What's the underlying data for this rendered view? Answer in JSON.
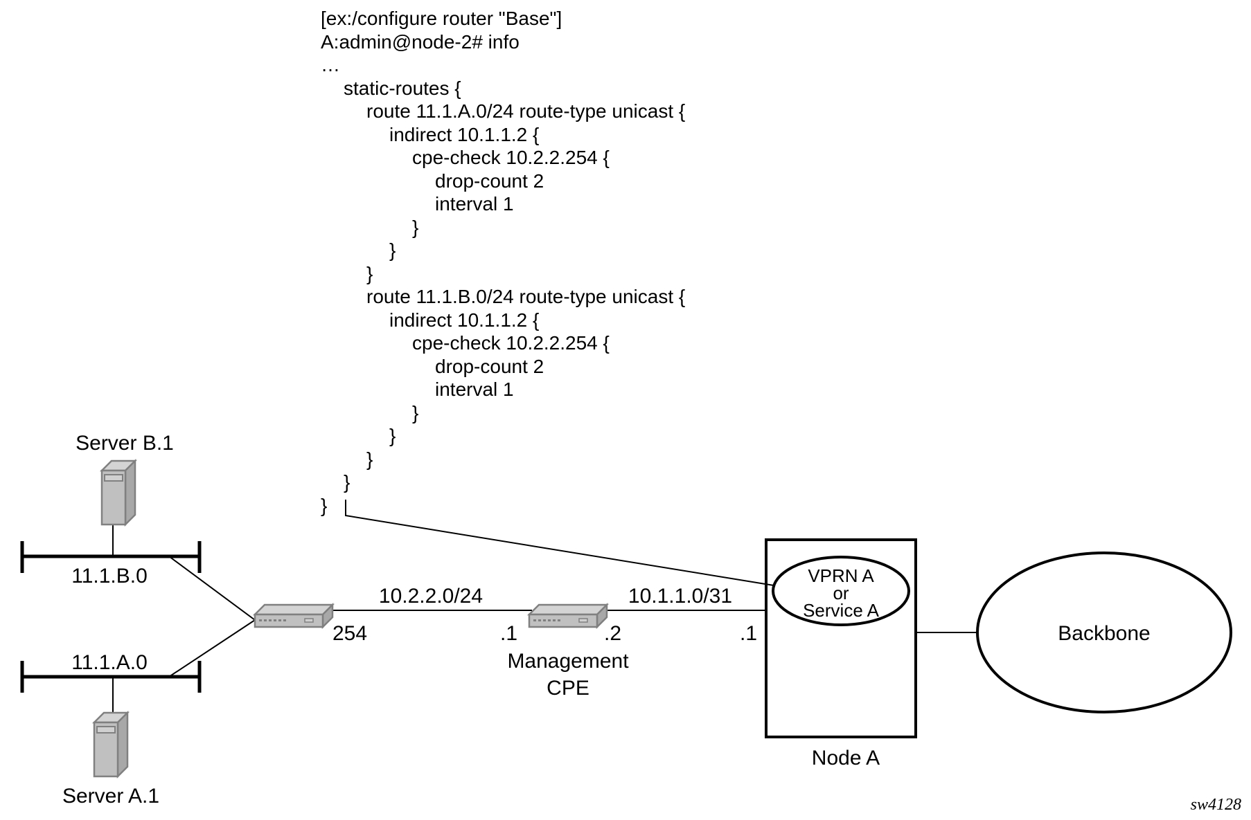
{
  "config_listing": {
    "lines": [
      {
        "indent": 0,
        "text": "[ex:/configure router \"Base\"]"
      },
      {
        "indent": 0,
        "text": "A:admin@node-2# info"
      },
      {
        "indent": 0,
        "text": "…"
      },
      {
        "indent": 1,
        "text": "static-routes {"
      },
      {
        "indent": 2,
        "text": "route 11.1.A.0/24 route-type unicast {"
      },
      {
        "indent": 3,
        "text": "indirect 10.1.1.2 {"
      },
      {
        "indent": 4,
        "text": "cpe-check 10.2.2.254 {"
      },
      {
        "indent": 5,
        "text": "drop-count 2"
      },
      {
        "indent": 5,
        "text": "interval 1"
      },
      {
        "indent": 4,
        "text": "}"
      },
      {
        "indent": 3,
        "text": "}"
      },
      {
        "indent": 2,
        "text": "}"
      },
      {
        "indent": 2,
        "text": "route 11.1.B.0/24 route-type unicast {"
      },
      {
        "indent": 3,
        "text": "indirect 10.1.1.2 {"
      },
      {
        "indent": 4,
        "text": "cpe-check 10.2.2.254 {"
      },
      {
        "indent": 5,
        "text": "drop-count 2"
      },
      {
        "indent": 5,
        "text": "interval 1"
      },
      {
        "indent": 4,
        "text": "}"
      },
      {
        "indent": 3,
        "text": "}"
      },
      {
        "indent": 2,
        "text": "}"
      },
      {
        "indent": 1,
        "text": "}"
      },
      {
        "indent": 0,
        "text": "}"
      }
    ]
  },
  "servers": {
    "server_b": "Server B.1",
    "server_a": "Server A.1"
  },
  "subnets": {
    "subnet_b": "11.1.B.0",
    "subnet_a": "11.1.A.0",
    "link_cpe": "10.2.2.0/24",
    "link_node": "10.1.1.0/31"
  },
  "interfaces": {
    "router_254": "254",
    "cpe_left": ".1",
    "cpe_right": ".2",
    "node_a": ".1"
  },
  "devices": {
    "cpe_line1": "Management",
    "cpe_line2": "CPE",
    "node": "Node A",
    "vprn_line1": "VPRN A",
    "vprn_line2": "or",
    "vprn_line3": "Service A",
    "backbone": "Backbone"
  },
  "figure_id": "sw4128",
  "colors": {
    "device_fill": "#c0c0c0",
    "device_top": "#d4d4d4",
    "device_stroke": "#808080",
    "line": "#000000"
  }
}
